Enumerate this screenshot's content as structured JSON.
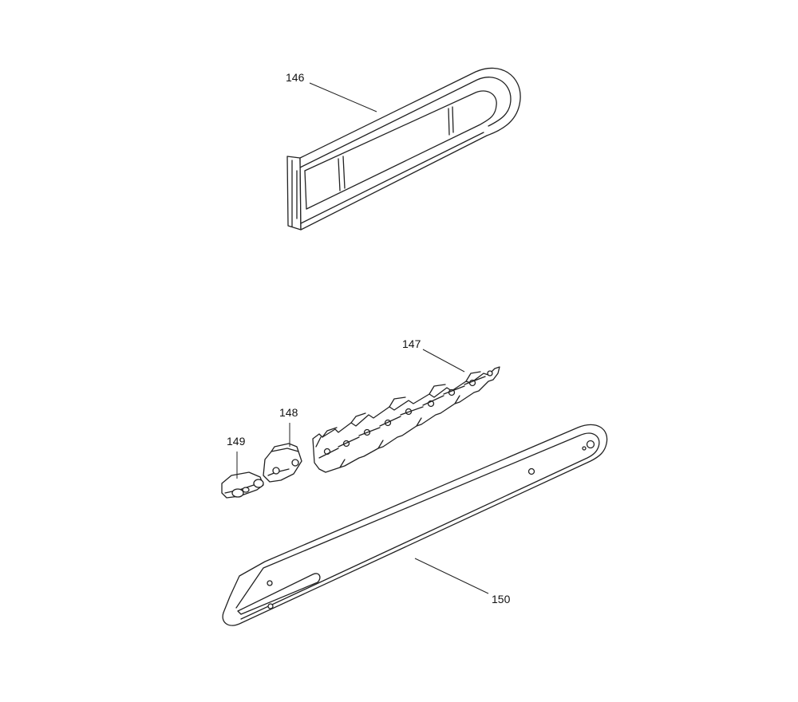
{
  "parts": {
    "scabbard": {
      "ref": "146",
      "icon": "chain-guard-scabbard-icon"
    },
    "saw_chain": {
      "ref": "147",
      "icon": "saw-chain-icon"
    },
    "chain_link_plate": {
      "ref": "148",
      "icon": "chain-link-plate-icon"
    },
    "chain_rivet": {
      "ref": "149",
      "icon": "chain-rivet-icon"
    },
    "guide_bar": {
      "ref": "150",
      "icon": "guide-bar-icon"
    }
  },
  "colors": {
    "line": "#222222",
    "background": "#ffffff"
  }
}
